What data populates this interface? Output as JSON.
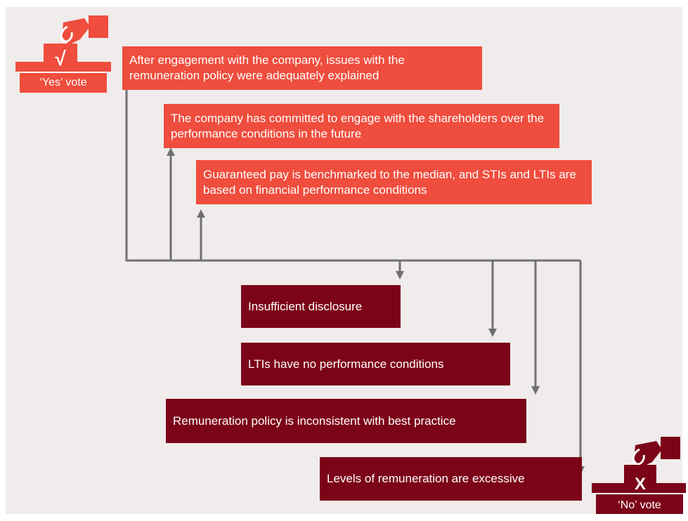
{
  "colors": {
    "yes_box": "#ef4d3d",
    "no_box": "#7c0418",
    "connector": "#707070",
    "background": "#efeceb"
  },
  "yes_vote": {
    "label": "‘Yes’ vote",
    "icon": "ballot-box-check-icon",
    "mark": "√"
  },
  "no_vote": {
    "label": "‘No’ vote",
    "icon": "ballot-box-cross-icon",
    "mark": "X"
  },
  "yes_reasons": [
    "After engagement with the company, issues with the remuneration policy were adequately explained",
    "The company has committed to engage with the shareholders over the performance conditions in the future",
    "Guaranteed pay is benchmarked to the median, and STIs and LTIs are based on financial performance conditions"
  ],
  "no_reasons": [
    "Insufficient disclosure",
    "LTIs have no performance conditions",
    "Remuneration policy is inconsistent with best practice",
    "Levels of remuneration are excessive"
  ]
}
